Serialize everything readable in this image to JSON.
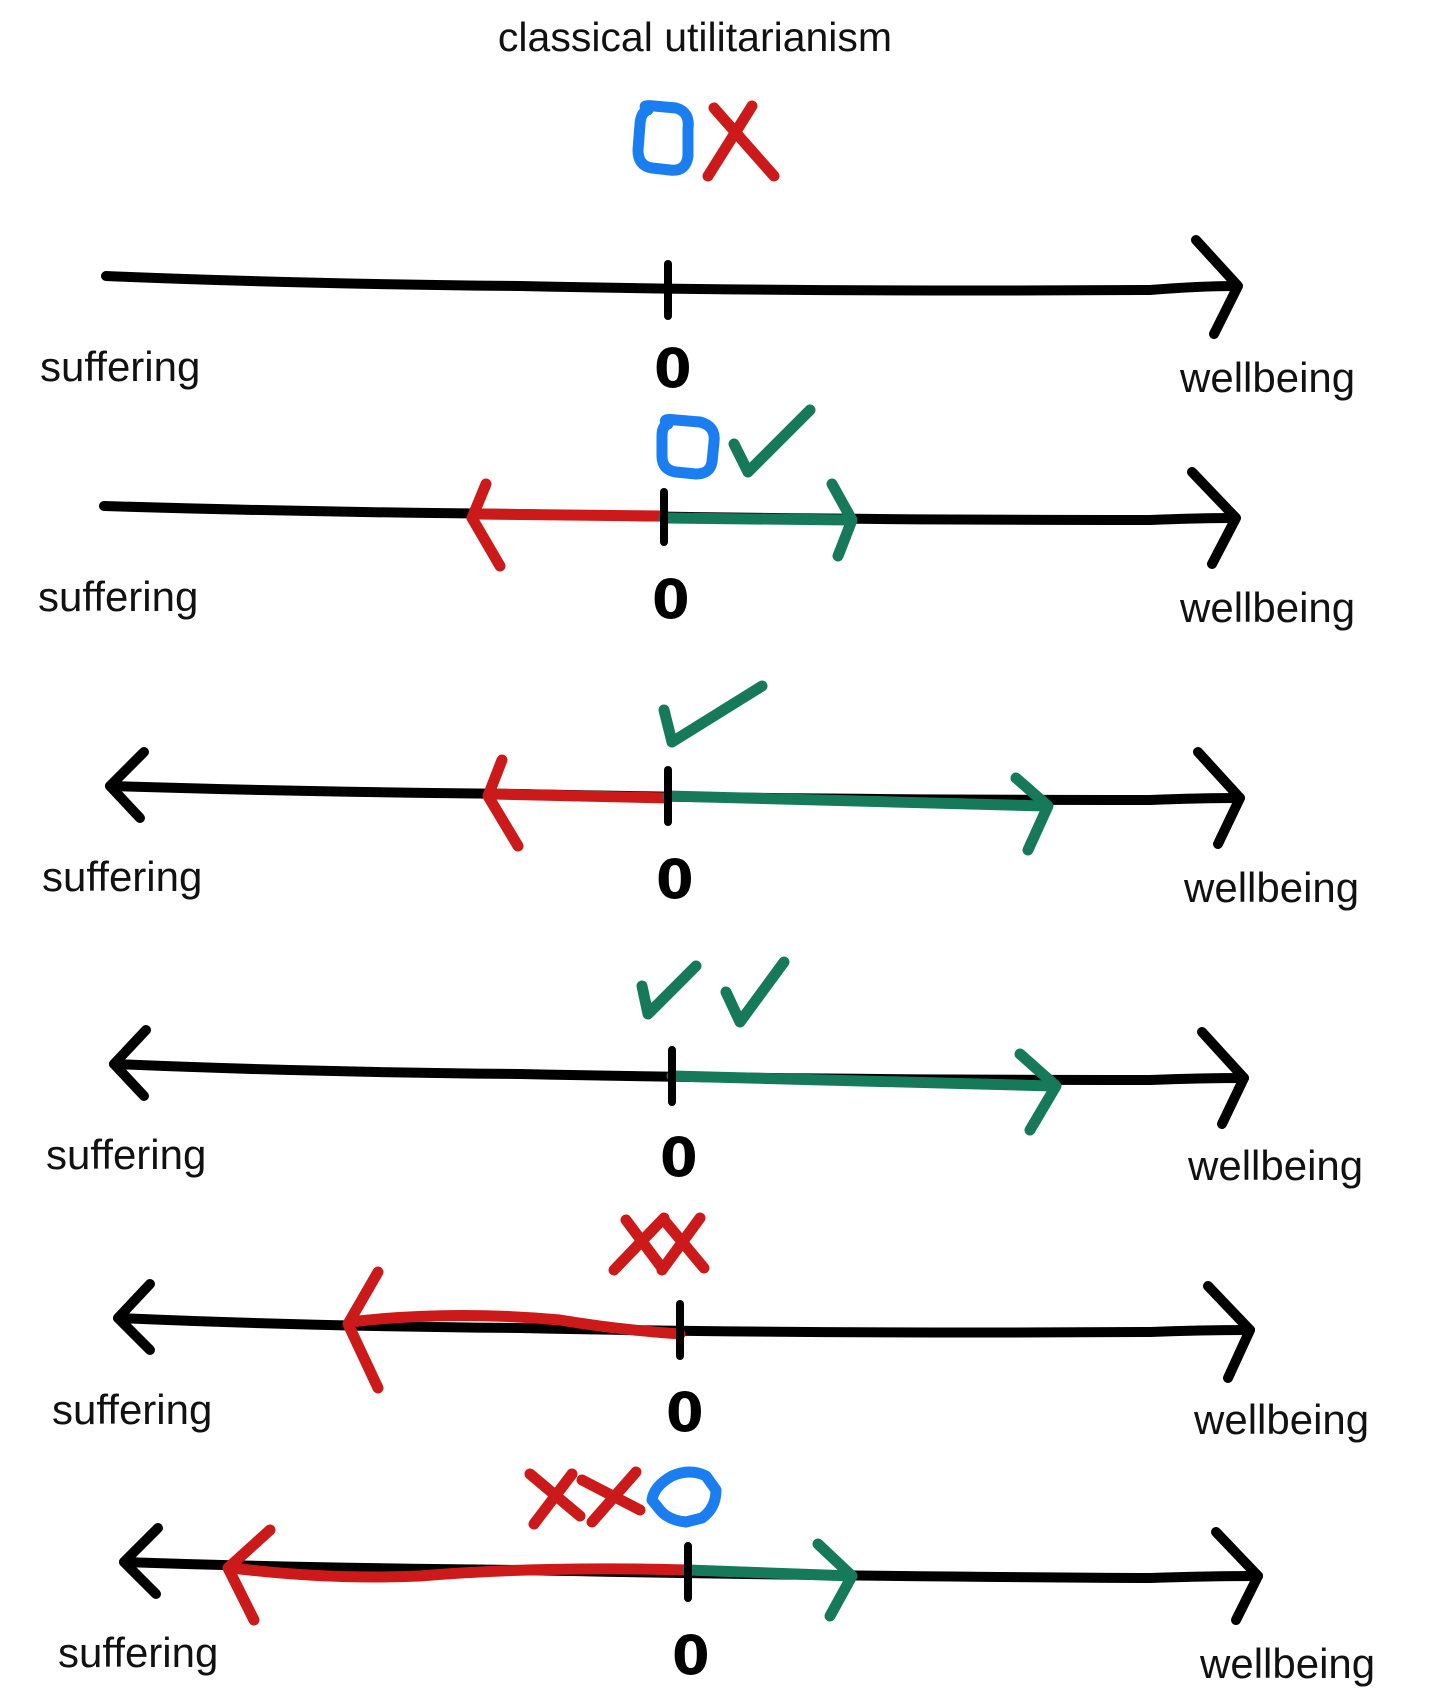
{
  "title": "classical utilitarianism",
  "colors": {
    "axis": "#000000",
    "wellbeing": "#167a5a",
    "suffering": "#cc1a1a",
    "neutral": "#1a7ef0"
  },
  "rows": [
    {
      "left": "suffering",
      "zero": "0",
      "right": "wellbeing",
      "markers": [
        "O",
        "X"
      ]
    },
    {
      "left": "suffering",
      "zero": "0",
      "right": "wellbeing",
      "markers": [
        "O",
        "✓"
      ]
    },
    {
      "left": "suffering",
      "zero": "0",
      "right": "wellbeing",
      "markers": [
        "✓"
      ]
    },
    {
      "left": "suffering",
      "zero": "0",
      "right": "wellbeing",
      "markers": [
        "✓",
        "✓"
      ]
    },
    {
      "left": "suffering",
      "zero": "0",
      "right": "wellbeing",
      "markers": [
        "X",
        "X"
      ]
    },
    {
      "left": "suffering",
      "zero": "0",
      "right": "wellbeing",
      "markers": [
        "X",
        "X",
        "O"
      ]
    }
  ]
}
